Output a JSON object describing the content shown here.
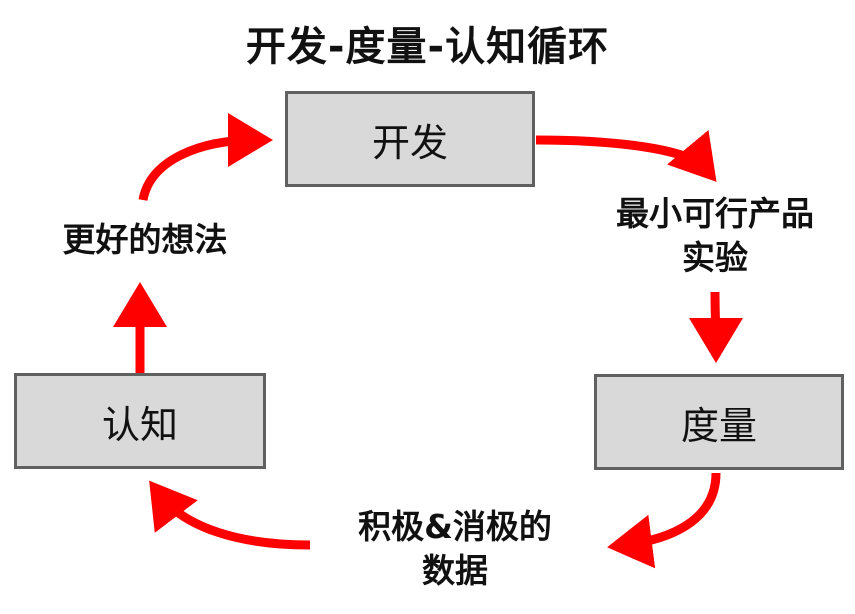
{
  "title": "开发-度量-认知循环",
  "nodes": {
    "develop": "开发",
    "measure": "度量",
    "learn": "认知"
  },
  "edge_labels": {
    "mvp_line1": "最小可行产品",
    "mvp_line2": "实验",
    "data_line1": "积极&消极的",
    "data_line2": "数据",
    "ideas": "更好的想法"
  },
  "colors": {
    "arrow": "#ff0000",
    "box_fill": "#d9d9d9",
    "box_border": "#606060"
  }
}
